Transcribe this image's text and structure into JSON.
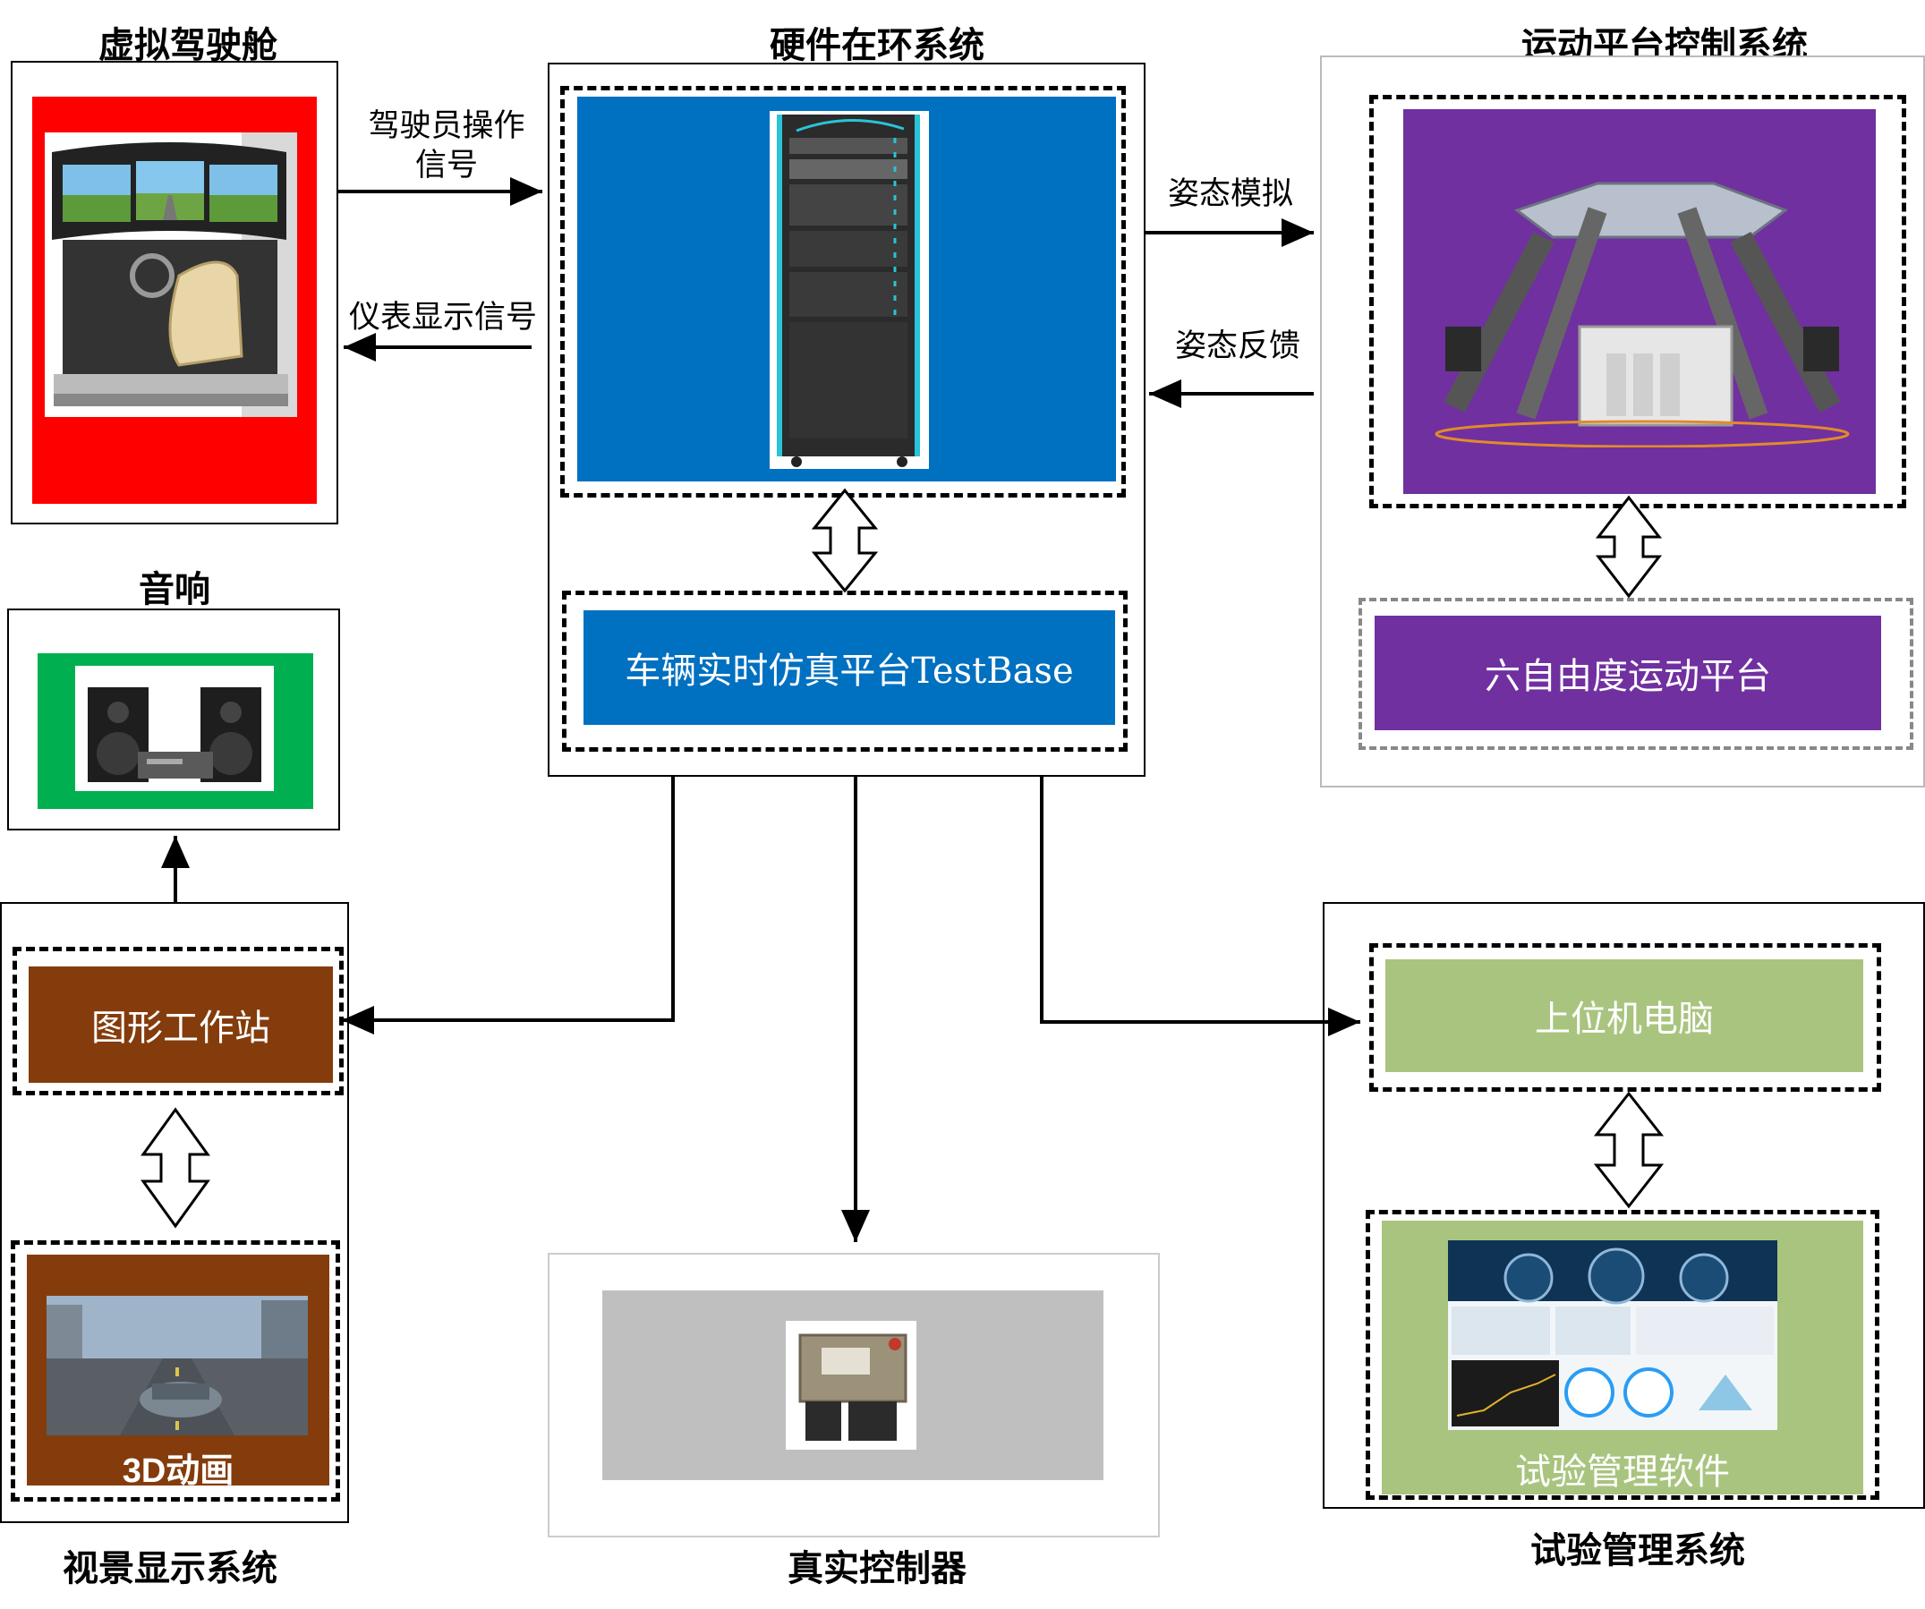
{
  "blocks": {
    "cockpit": {
      "title": "虚拟驾驶舱"
    },
    "hil": {
      "title": "硬件在环系统",
      "platform": "车辆实时仿真平台TestBase"
    },
    "motion": {
      "title": "运动平台控制系统",
      "platform": "六自由度运动平台"
    },
    "audio": {
      "title": "音响"
    },
    "visual": {
      "title": "视景显示系统",
      "workstation": "图形工作站",
      "animation": "3D动画"
    },
    "controller": {
      "title": "真实控制器"
    },
    "test_mgmt": {
      "title": "试验管理系统",
      "host": "上位机电脑",
      "software": "试验管理软件"
    }
  },
  "edges": {
    "driver_signal": "驾驶员操作\n信号",
    "dashboard_signal": "仪表显示信号",
    "attitude_sim": "姿态模拟",
    "attitude_feedback": "姿态反馈"
  },
  "colors": {
    "cockpit_frame": "#ff0000",
    "hil_blue": "#0070c0",
    "motion_purple": "#7030a0",
    "audio_green": "#00b050",
    "visual_brown": "#843c0c",
    "controller_gray": "#bfbfbf",
    "test_green": "#a9c47f"
  },
  "icons": [
    "car-simulator-image",
    "server-cabinet-image",
    "hexapod-platform-image",
    "hifi-speaker-image",
    "city-driving-scene-image",
    "ecu-module-image",
    "dashboard-software-image"
  ]
}
